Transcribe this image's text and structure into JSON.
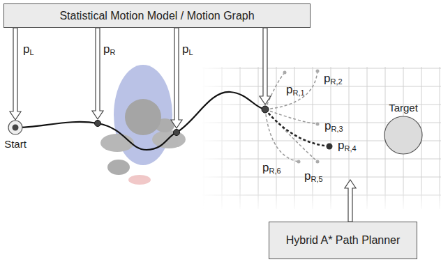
{
  "diagram": {
    "nodes": [
      {
        "text": [
          "Statistical Motion Model / Motion Graph"
        ]
      },
      {
        "text": [
          "Start"
        ]
      },
      {
        "text": [
          "Target"
        ]
      },
      {
        "text": [
          "Hybrid A* Path Planner"
        ]
      }
    ],
    "edges": [
      {
        "from": 0,
        "to": 1,
        "arrow": "to",
        "label": "pL"
      }
    ],
    "labels": [
      "pR",
      "pL",
      "pR,1",
      "pR,2",
      "pR,3",
      "pR,4",
      "pR,5",
      "pR,6"
    ]
  }
}
